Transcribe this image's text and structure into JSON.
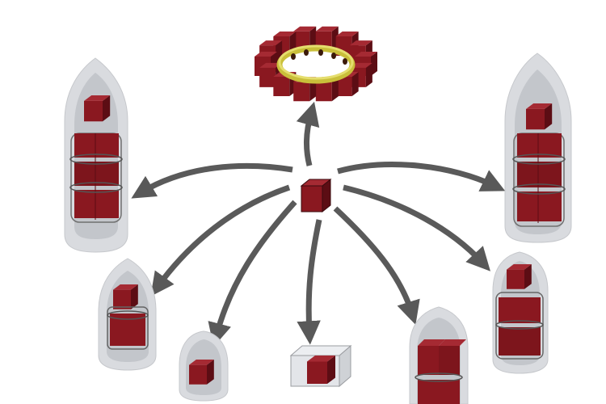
{
  "diagram": {
    "central_node": "payload-cube",
    "nodes": [
      "ring-dispenser",
      "fairing-large-left",
      "fairing-large-right",
      "fairing-medium-left",
      "fairing-medium-right",
      "fairing-small",
      "fairing-bottom-center-right",
      "deployer-box"
    ],
    "colors": {
      "cube_face": "#8a1820",
      "cube_dark": "#5c0d14",
      "cube_light": "#a52a33",
      "fairing_outer": "#d9dbdf",
      "fairing_inner": "#b9bcc2",
      "arrow": "#585858",
      "ring_gold": "#d8cf4a"
    }
  }
}
